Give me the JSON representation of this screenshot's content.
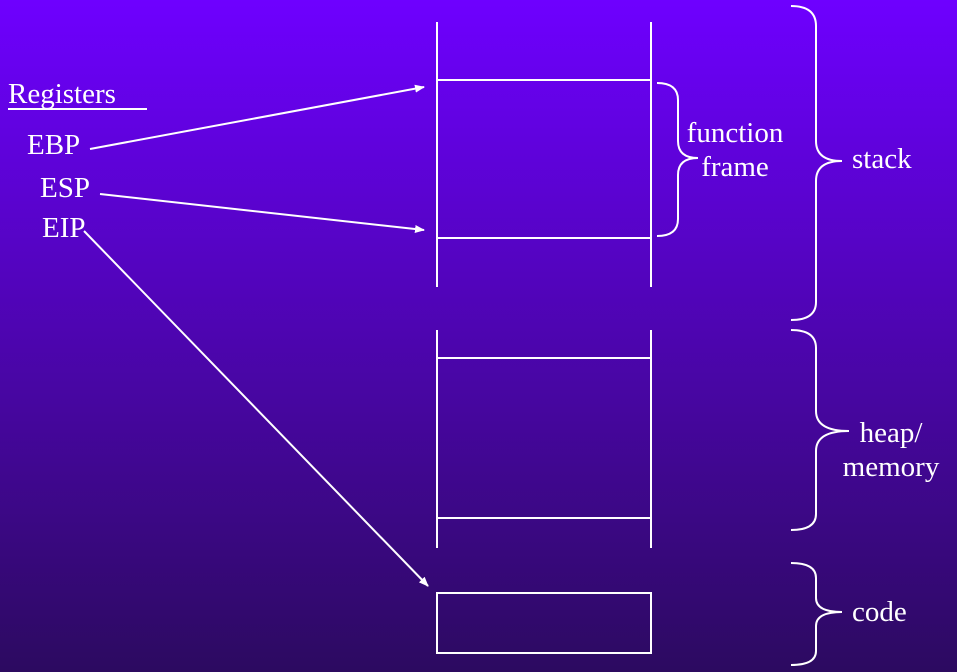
{
  "registers": {
    "heading": "Registers",
    "items": [
      {
        "id": "ebp",
        "label": "EBP"
      },
      {
        "id": "esp",
        "label": "ESP"
      },
      {
        "id": "eip",
        "label": "EIP"
      }
    ]
  },
  "labels": {
    "function_frame_line1": "function",
    "function_frame_line2": "frame",
    "stack": "stack",
    "heap_line1": "heap/",
    "heap_line2": "memory",
    "code": "code"
  },
  "colors": {
    "background_top": "#6E00FF",
    "background_bottom": "#2C0A60",
    "foreground": "#FFFFFF"
  }
}
